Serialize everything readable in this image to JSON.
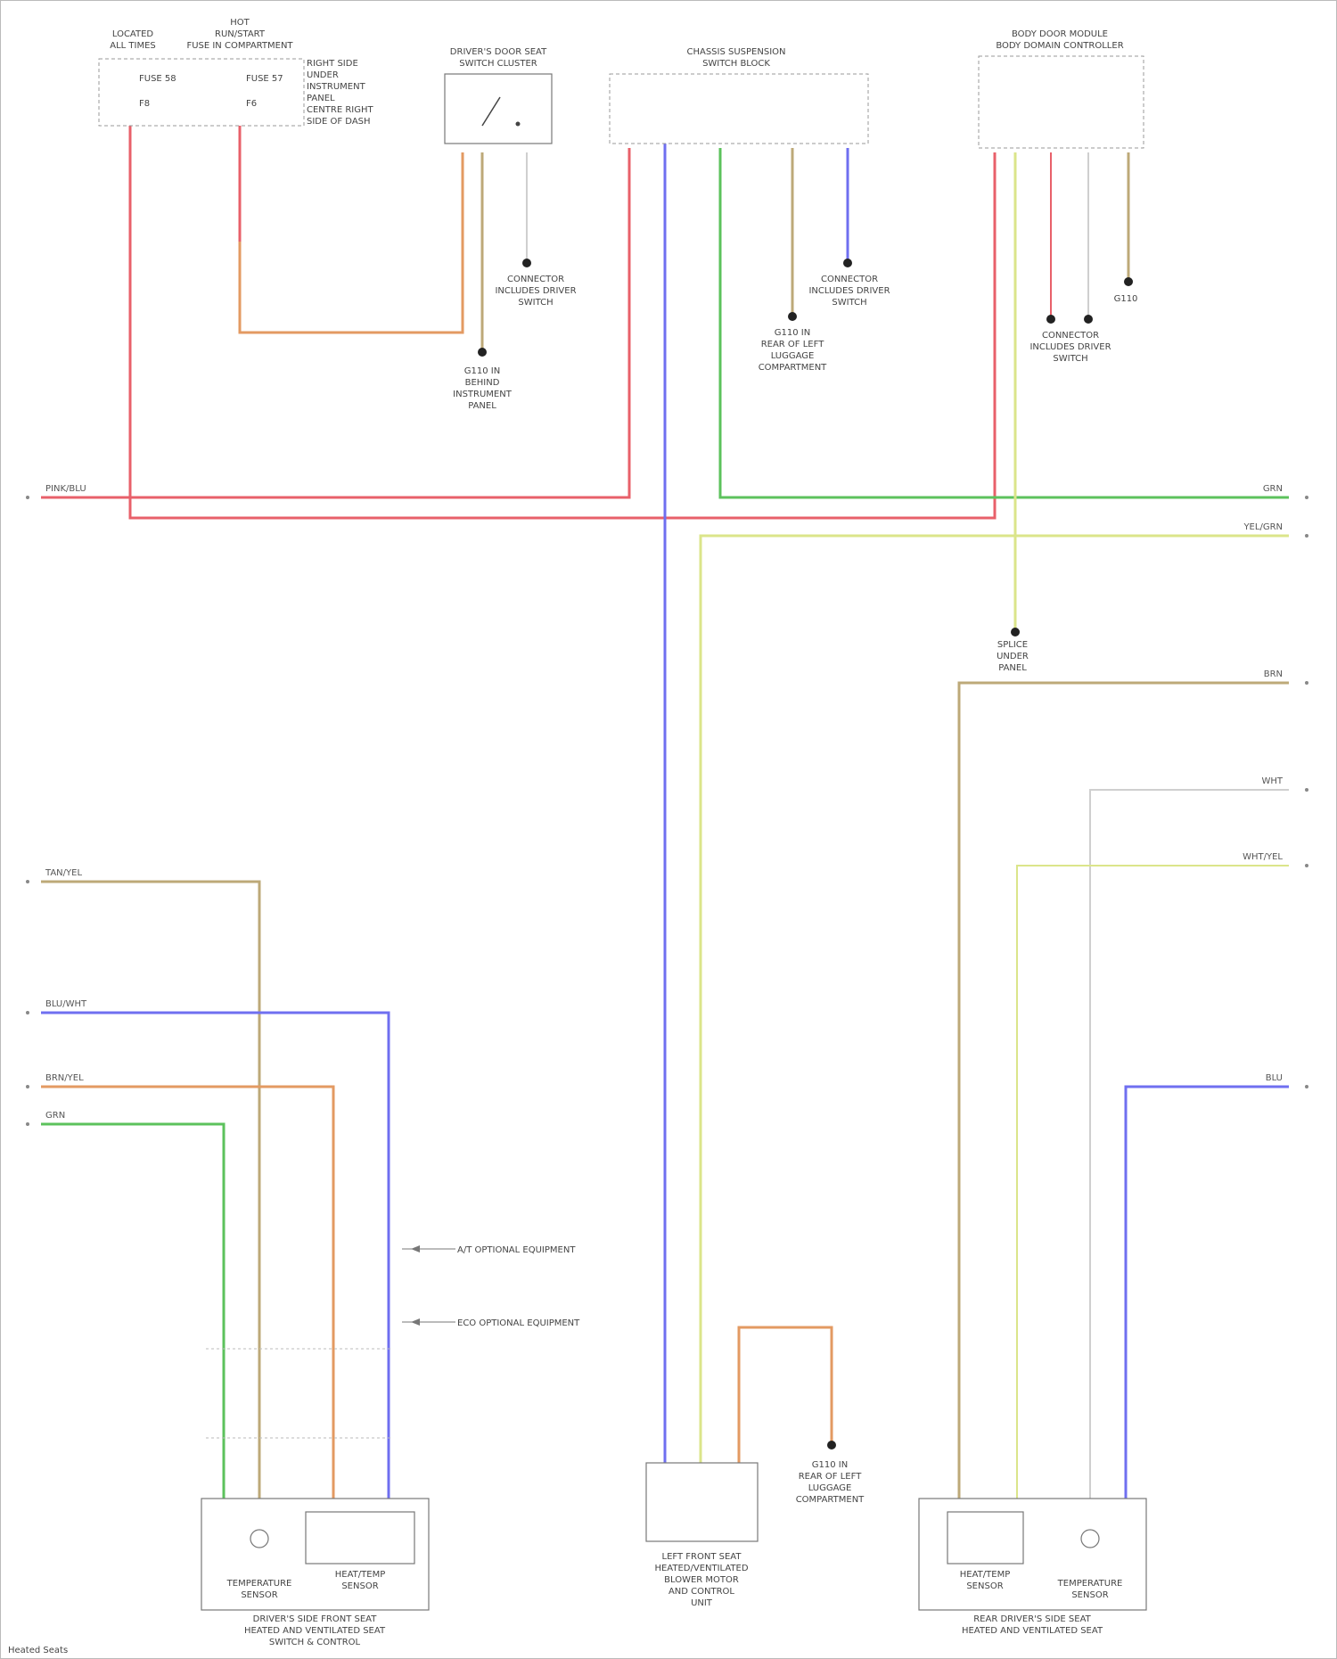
{
  "colors": {
    "pink": "#e8606a",
    "green": "#5cc25c",
    "yellow": "#dbe58a",
    "tan": "#bda978",
    "blue": "#6f6ff0",
    "orange": "#e39a62",
    "white": "#cfcfcf",
    "violet_blue": "#6d72e8"
  },
  "diagram": {
    "fuse_box": {
      "title1": "LOCATED",
      "title2": "ALL TIMES",
      "pin1": "FUSE 58",
      "pin2": "F8"
    },
    "fuse_box2": {
      "title1": "HOT",
      "title2": "RUN/START",
      "title3": "FUSE IN COMPARTMENT",
      "pin1": "FUSE 57",
      "pin2": "F6"
    },
    "fuse_note": [
      "RIGHT SIDE",
      "UNDER",
      "INSTRUMENT",
      "PANEL",
      "CENTRE RIGHT",
      "SIDE OF DASH"
    ],
    "door_switch": {
      "title1": "DRIVER'S DOOR SEAT",
      "title2": "SWITCH CLUSTER"
    },
    "chassis_module": {
      "title1": "CHASSIS SUSPENSION",
      "title2": "SWITCH BLOCK"
    },
    "body_module": {
      "title1": "BODY DOOR MODULE",
      "title2": "BODY DOMAIN CONTROLLER"
    },
    "ground_labels": {
      "g1": [
        "CONNECTOR",
        "INCLUDES DRIVER",
        "SWITCH"
      ],
      "g2": [
        "CONNECTOR",
        "INCLUDES DRIVER",
        "SWITCH"
      ],
      "g3": [
        "CONNECTOR",
        "INCLUDES DRIVER",
        "SWITCH"
      ],
      "g4": [
        "G110"
      ],
      "g5": [
        "G110 IN",
        "BEHIND",
        "INSTRUMENT",
        "PANEL"
      ],
      "g6": [
        "G110 IN",
        "REAR OF LEFT",
        "LUGGAGE",
        "COMPARTMENT"
      ],
      "g7": [
        "G110 IN",
        "REAR OF LEFT",
        "LUGGAGE",
        "COMPARTMENT"
      ],
      "splice": [
        "SPLICE",
        "UNDER",
        "PANEL"
      ]
    },
    "wire_labels": {
      "pink_left": "PINK/BLU",
      "green_right": "GRN",
      "yellow_right": "YEL/GRN",
      "tan_right": "BRN",
      "white_right": "WHT",
      "yellow2_right": "WHT/YEL",
      "blue_right": "BLU",
      "tan_left": "TAN/YEL",
      "blue_left": "BLU/WHT",
      "orange_left": "BRN/YEL",
      "green_left": "GRN"
    },
    "connector_notes": {
      "n1": "A/T OPTIONAL EQUIPMENT",
      "n2": "ECO OPTIONAL EQUIPMENT"
    },
    "bottom_left": {
      "title1": "DRIVER'S SIDE FRONT SEAT",
      "title2": "HEATED AND VENTILATED SEAT",
      "title3": "SWITCH & CONTROL",
      "temp": [
        "TEMPERATURE",
        "SENSOR"
      ],
      "heat": [
        "HEAT/TEMP",
        "SENSOR"
      ]
    },
    "bottom_center": {
      "title": [
        "LEFT FRONT SEAT",
        "HEATED/VENTILATED",
        "BLOWER MOTOR",
        "AND CONTROL",
        "UNIT"
      ]
    },
    "bottom_right": {
      "title1": "REAR DRIVER'S SIDE SEAT",
      "title2": "HEATED AND VENTILATED SEAT",
      "temp": [
        "HEAT/TEMP",
        "SENSOR"
      ],
      "heat": [
        "TEMPERATURE",
        "SENSOR"
      ]
    },
    "footer": "Heated Seats"
  }
}
